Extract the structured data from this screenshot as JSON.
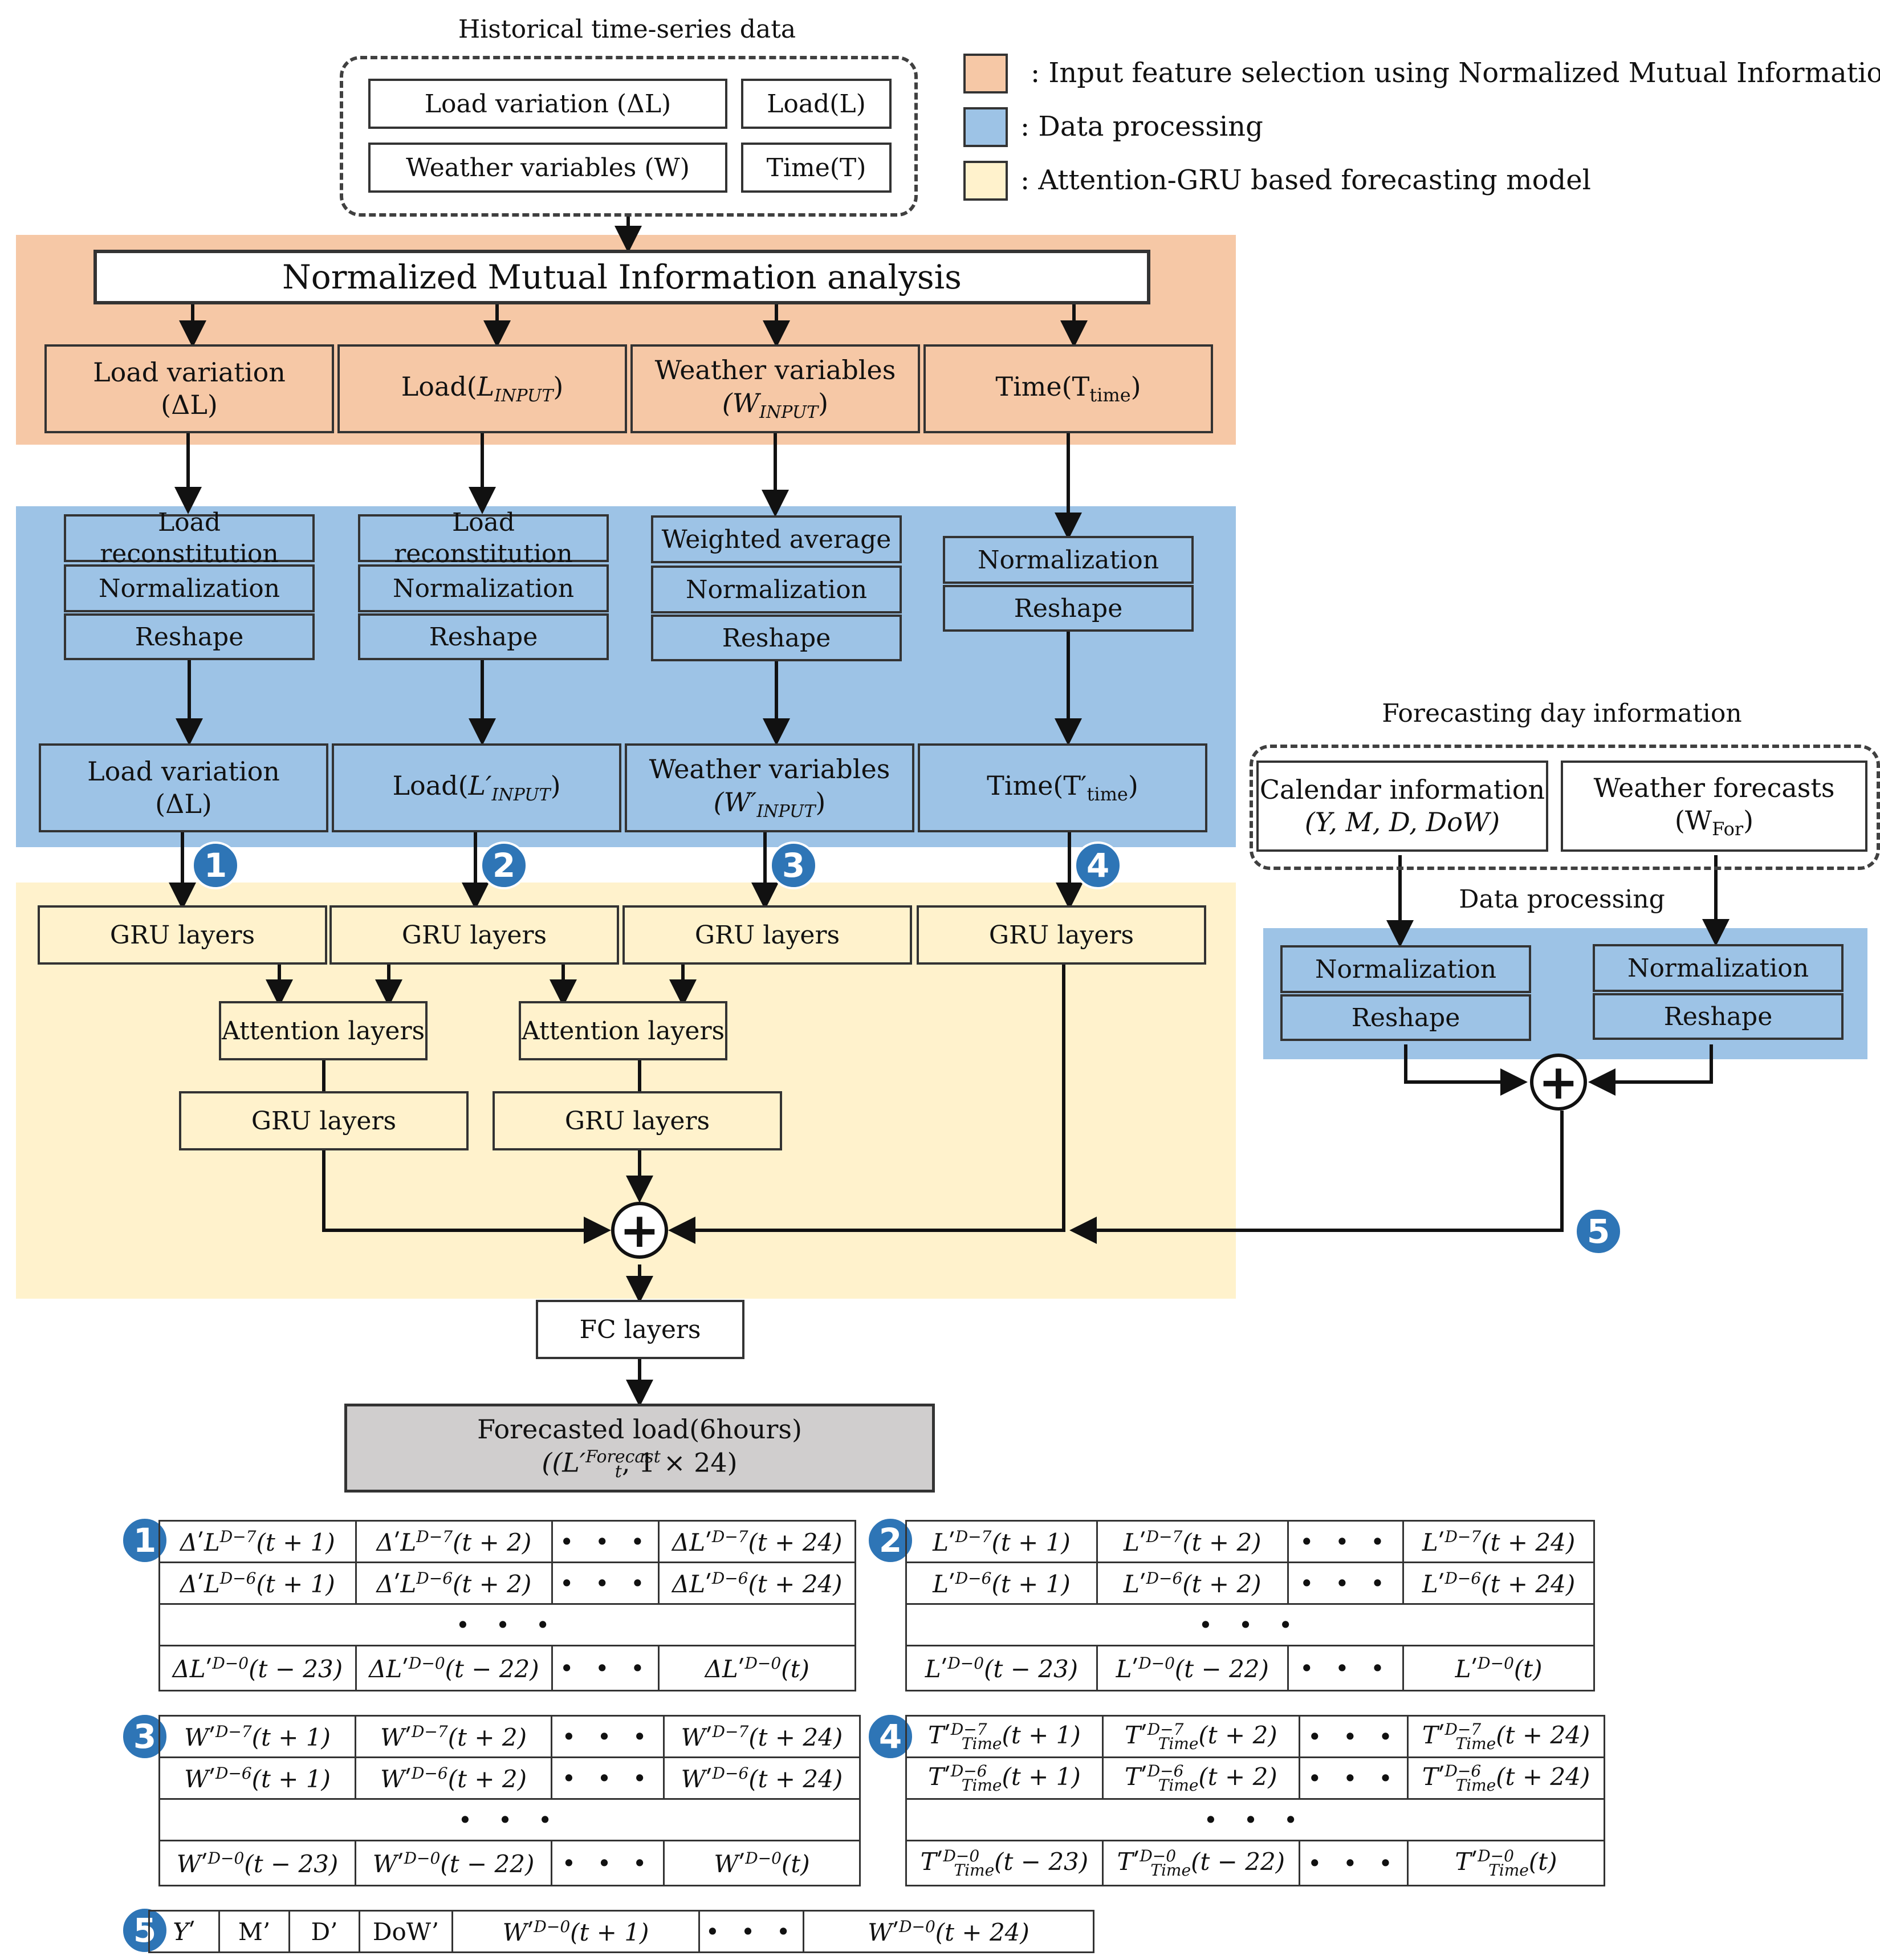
{
  "historical": {
    "title": "Historical time-series data",
    "load_variation": "Load variation (ΔL)",
    "load": "Load(L)",
    "weather": "Weather variables (W)",
    "time": "Time(T)"
  },
  "legend": {
    "nmi": ": Input feature selection using Normalized Mutual Information",
    "processing": ": Data processing",
    "model": ": Attention-GRU based forecasting model",
    "colors": {
      "nmi": "#f6c8a6",
      "processing": "#9dc3e6",
      "model": "#fff2cc",
      "output": "#d0cece",
      "badge": "#2e75b6"
    }
  },
  "nmi": {
    "title": "Normalized Mutual Information analysis",
    "c1": [
      "Load variation",
      "(ΔL)"
    ],
    "c2": "Load(",
    "c2v": "L",
    "c2s": "INPUT",
    "c3": [
      "Weather variables",
      "(W",
      "INPUT",
      ")"
    ],
    "c4": [
      "Time(T",
      "time",
      ")"
    ]
  },
  "proc": {
    "load_reconstitution": "Load reconstitution",
    "normalization": "Normalization",
    "reshape": "Reshape",
    "weighted_average": "Weighted average",
    "out1": [
      "Load variation",
      "(ΔL)"
    ],
    "out2": [
      "Load(",
      "L′",
      "INPUT",
      ")"
    ],
    "out3": [
      "Weather variables",
      "(W′",
      "INPUT",
      ")"
    ],
    "out4": [
      "Time(T′",
      "time",
      ")"
    ]
  },
  "model": {
    "gru": "GRU layers",
    "attention": "Attention layers",
    "fc": "FC layers",
    "output": [
      "Forecasted load(6hours)",
      "(L′",
      "Forecast",
      "t",
      ", 1 × 24)"
    ]
  },
  "forecast_day": {
    "title": "Forecasting day information",
    "calendar": [
      "Calendar information",
      "(Y, M, D, DoW)"
    ],
    "weather": [
      "Weather forecasts",
      "(W",
      "For",
      ")"
    ],
    "processing_title": "Data processing",
    "normalization": "Normalization",
    "reshape": "Reshape"
  },
  "badges": [
    "1",
    "2",
    "3",
    "4",
    "5"
  ],
  "plus": "+",
  "dots": "• • •",
  "matrices": {
    "m1": {
      "rows": [
        [
          "ΔʹL^{D−7}(t + 1)",
          "ΔʹL^{D−7}(t + 2)",
          "• • •",
          "ΔLʹ^{D−7}(t + 24)"
        ],
        [
          "ΔʹL^{D−6}(t + 1)",
          "ΔʹL^{D−6}(t + 2)",
          "• • •",
          "ΔLʹ^{D−6}(t + 24)"
        ],
        [
          "ΔLʹ^{D−0}(t − 23)",
          "ΔLʹ^{D−0}(t − 22)",
          "• • •",
          "ΔLʹ^{D−0}(t)"
        ]
      ]
    },
    "m2": {
      "rows": [
        [
          "Lʹ^{D−7}(t + 1)",
          "Lʹ^{D−7}(t + 2)",
          "• • •",
          "Lʹ^{D−7}(t + 24)"
        ],
        [
          "Lʹ^{D−6}(t + 1)",
          "Lʹ^{D−6}(t + 2)",
          "• • •",
          "Lʹ^{D−6}(t + 24)"
        ],
        [
          "Lʹ^{D−0}(t − 23)",
          "Lʹ^{D−0}(t − 22)",
          "• • •",
          "Lʹ^{D−0}(t)"
        ]
      ]
    },
    "m3": {
      "rows": [
        [
          "Wʹ^{D−7}(t + 1)",
          "Wʹ^{D−7}(t + 2)",
          "• • •",
          "Wʹ^{D−7}(t + 24)"
        ],
        [
          "Wʹ^{D−6}(t + 1)",
          "Wʹ^{D−6}(t + 2)",
          "• • •",
          "Wʹ^{D−6}(t + 24)"
        ],
        [
          "Wʹ^{D−0}(t − 23)",
          "Wʹ^{D−0}(t − 22)",
          "• • •",
          "Wʹ^{D−0}(t)"
        ]
      ]
    },
    "m4": {
      "rows": [
        [
          "Tʹ^{D−7}_{Time}(t + 1)",
          "Tʹ^{D−7}_{Time}(t + 2)",
          "• • •",
          "Tʹ^{D−7}_{Time}(t + 24)"
        ],
        [
          "Tʹ^{D−6}_{Time}(t + 1)",
          "Tʹ^{D−6}_{Time}(t + 2)",
          "• • •",
          "Tʹ^{D−6}_{Time}(t + 24)"
        ],
        [
          "Tʹ^{D−0}_{Time}(t − 23)",
          "Tʹ^{D−0}_{Time}(t − 22)",
          "• • •",
          "Tʹ^{D−0}_{Time}(t)"
        ]
      ]
    },
    "m5": {
      "cells": [
        "Yʹ",
        "M’",
        "D’",
        "DoW’",
        "Wʹ^{D−0}(t + 1)",
        "• • •",
        "Wʹ^{D−0}(t + 24)"
      ]
    }
  }
}
